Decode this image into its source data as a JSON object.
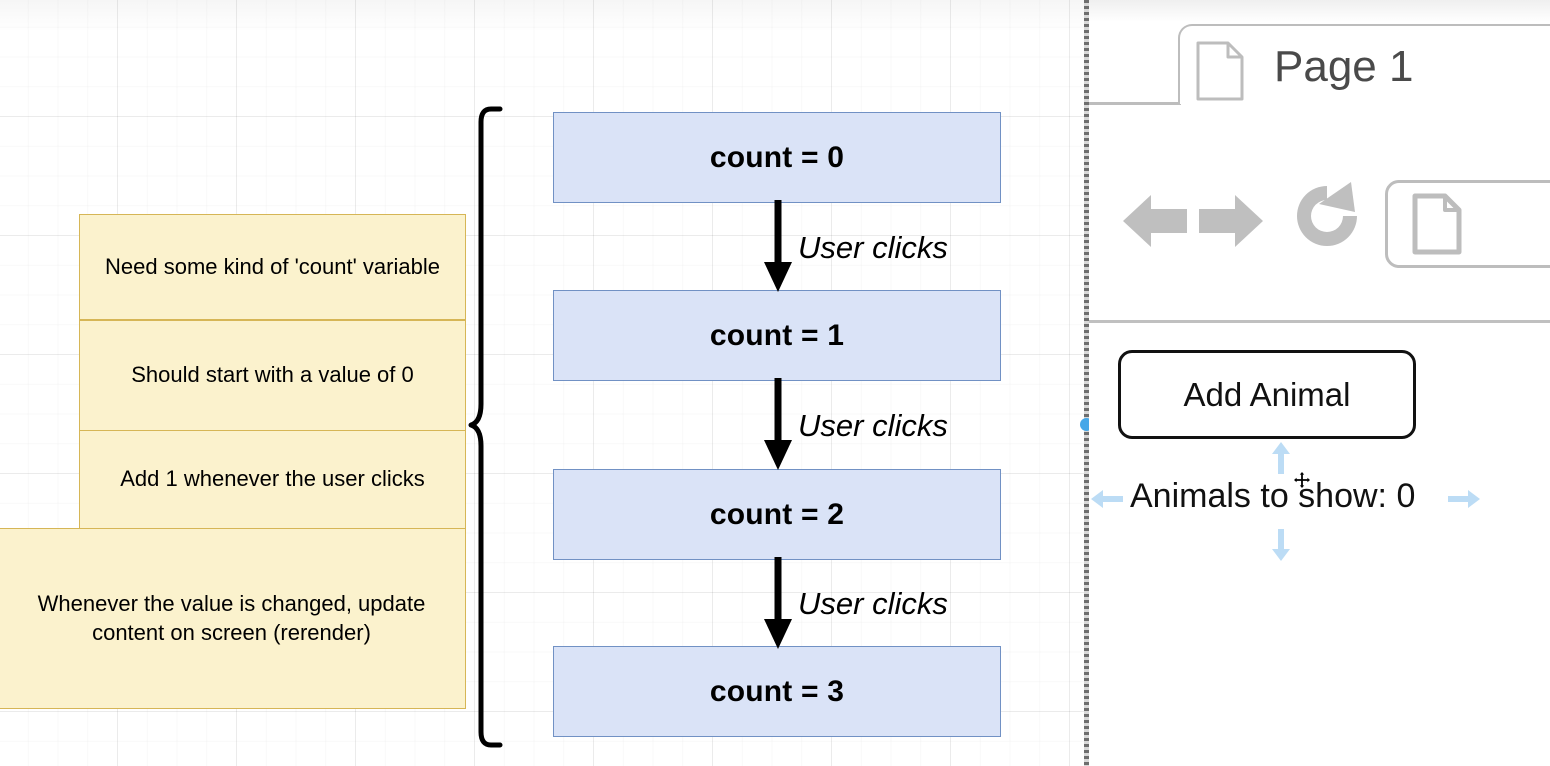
{
  "canvas": {
    "notes": [
      {
        "id": "note-count-variable",
        "text": "Need some kind of 'count' variable"
      },
      {
        "id": "note-start-value",
        "text": "Should start with a value of 0"
      },
      {
        "id": "note-add-one",
        "text": "Add 1 whenever the user clicks"
      },
      {
        "id": "note-rerender",
        "text": "Whenever the value is changed, update content on screen (rerender)"
      }
    ],
    "flow": {
      "boxes": [
        {
          "id": "flow-count-0",
          "label": "count = 0"
        },
        {
          "id": "flow-count-1",
          "label": "count = 1"
        },
        {
          "id": "flow-count-2",
          "label": "count = 2"
        },
        {
          "id": "flow-count-3",
          "label": "count = 3"
        }
      ],
      "edge_labels": [
        "User clicks",
        "User clicks",
        "User clicks"
      ]
    },
    "colors": {
      "note_fill": "#fbf2cd",
      "note_stroke": "#d6b656",
      "flow_fill": "#dae3f7",
      "flow_stroke": "#7191c4",
      "grid_line": "#e8e8e8"
    }
  },
  "preview": {
    "tab": {
      "title": "Page 1",
      "icon": "document-icon"
    },
    "toolbar": {
      "back_icon": "back-arrow-icon",
      "forward_icon": "forward-arrow-icon",
      "reload_icon": "reload-icon",
      "urlbar_icon": "document-icon",
      "urlbar_value": ""
    },
    "content": {
      "add_animal_label": "Add Animal",
      "animals_label": "Animals to show: 0",
      "connection_arrows": [
        "arrow-up-icon",
        "arrow-down-icon",
        "arrow-left-icon",
        "arrow-right-icon"
      ],
      "cursor": "move-cursor-icon",
      "accent": "#bcdcf5"
    }
  }
}
